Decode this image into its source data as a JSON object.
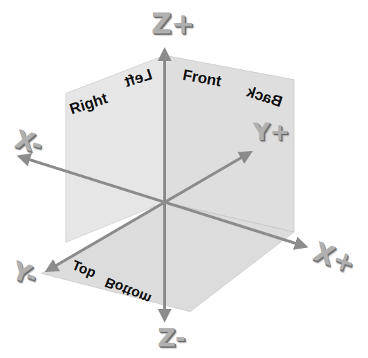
{
  "diagram": {
    "labels": [
      "Z+",
      "X-",
      "Right",
      "Left",
      "Front",
      "Back",
      "Y+",
      "X+",
      "Y-",
      "Top",
      "Bottom",
      "Z-"
    ]
  }
}
